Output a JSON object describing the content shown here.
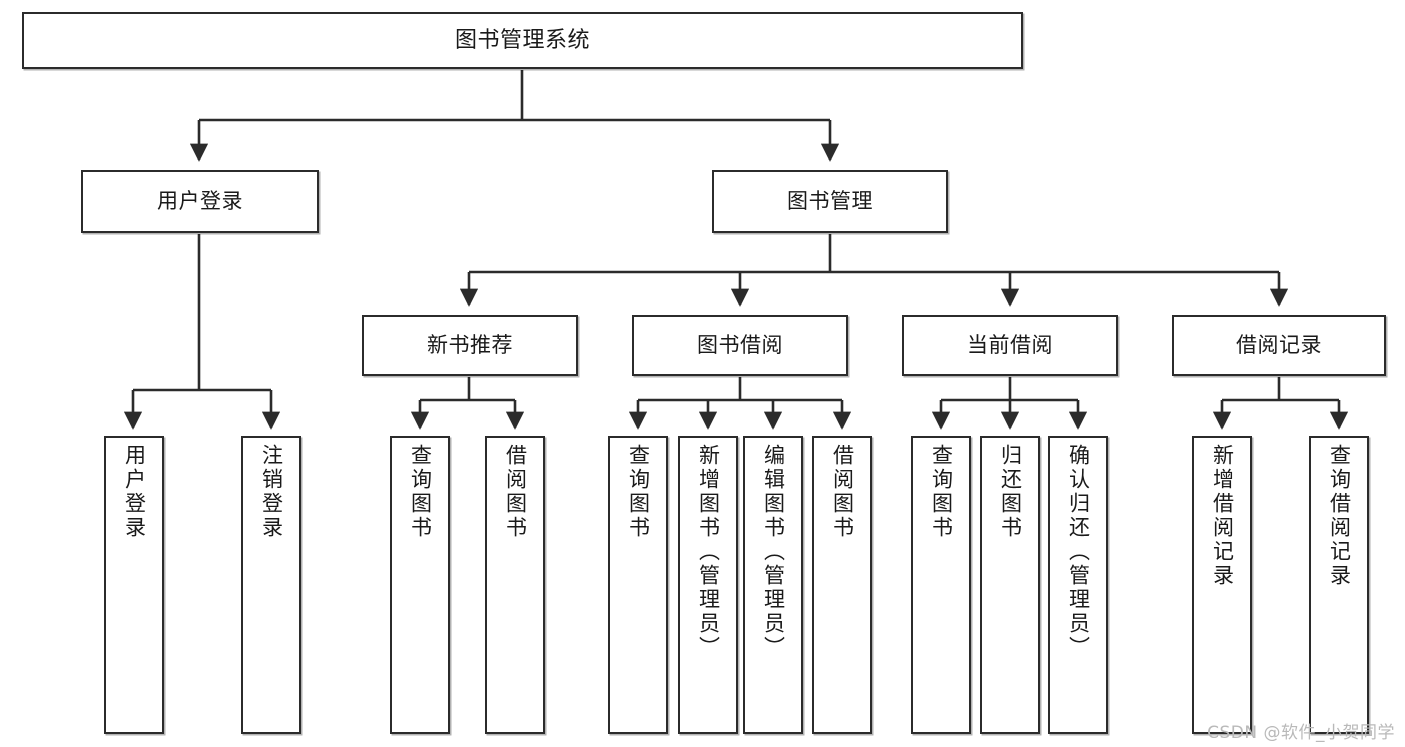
{
  "diagram": {
    "title": "图书管理系统",
    "watermark": "CSDN @软件_小贺同学",
    "accent_color": "#2b2b2b",
    "background_color": "#ffffff",
    "nodes": {
      "root": "图书管理系统",
      "level2": {
        "user_login": "用户登录",
        "book_manage": "图书管理"
      },
      "level3": {
        "new_book_rec": "新书推荐",
        "book_borrow": "图书借阅",
        "current_borrow": "当前借阅",
        "borrow_record": "借阅记录"
      },
      "leaves": {
        "user_login_leaf": "用户登录",
        "logout_leaf": "注销登录",
        "rec_query_book": "查询图书",
        "rec_borrow_book": "借阅图书",
        "borrow_query_book": "查询图书",
        "borrow_add_book": "新增图书（管理员）",
        "borrow_edit_book": "编辑图书（管理员）",
        "borrow_borrow_book": "借阅图书",
        "cur_query_book": "查询图书",
        "cur_return_book": "归还图书",
        "cur_confirm_return": "确认归还（管理员）",
        "rec_add_record": "新增借阅记录",
        "rec_query_record": "查询借阅记录"
      }
    }
  }
}
